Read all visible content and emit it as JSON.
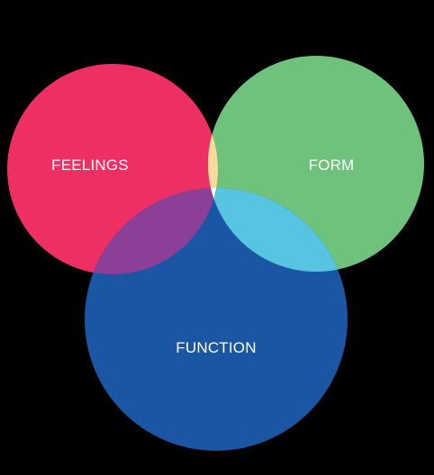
{
  "diagram": {
    "type": "venn",
    "background": "#000000",
    "sets": [
      {
        "label": "FEELINGS",
        "color": "#EE2F63"
      },
      {
        "label": "FORM",
        "color": "#6FC27B"
      },
      {
        "label": "FUNCTION",
        "color": "#1A56A3"
      }
    ],
    "intersections": [
      {
        "sets": [
          "FEELINGS",
          "FORM"
        ],
        "color": "#F8DA9A"
      },
      {
        "sets": [
          "FEELINGS",
          "FUNCTION"
        ],
        "color": "#8B3F97"
      },
      {
        "sets": [
          "FORM",
          "FUNCTION"
        ],
        "color": "#57C4E2"
      },
      {
        "sets": [
          "FEELINGS",
          "FORM",
          "FUNCTION"
        ],
        "color": "#FFFFFF"
      }
    ]
  }
}
